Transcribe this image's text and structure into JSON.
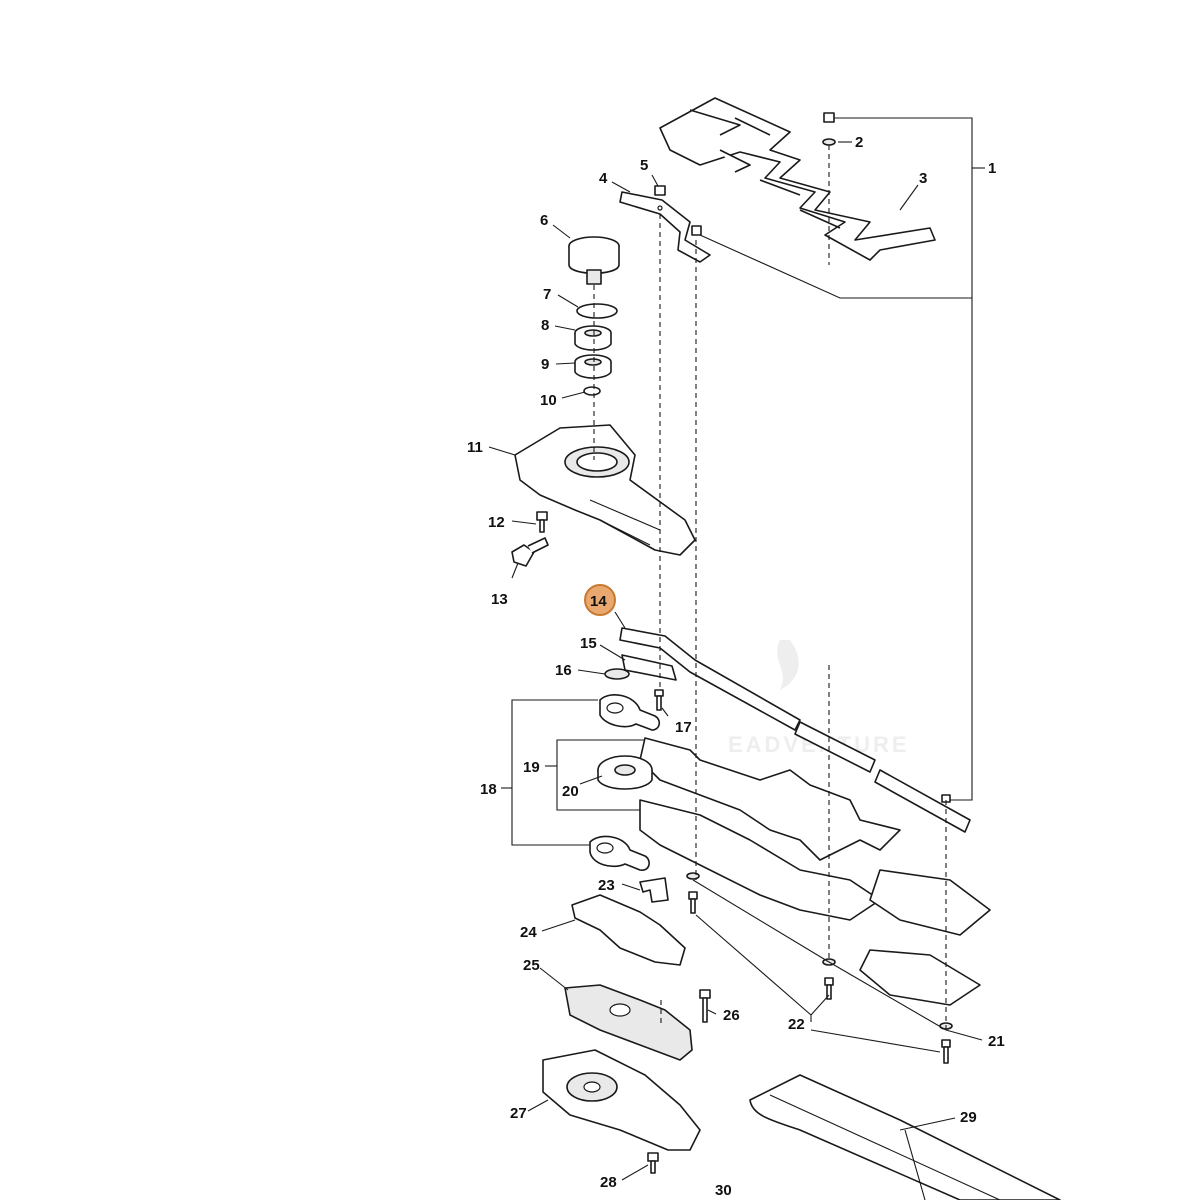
{
  "diagram": {
    "highlight_color": "#e8a870",
    "highlight_stroke": "#c87a30",
    "watermark_text": "EADVENTURE",
    "callouts": {
      "c1": "1",
      "c2": "2",
      "c3": "3",
      "c4": "4",
      "c5": "5",
      "c6": "6",
      "c7": "7",
      "c8": "8",
      "c9": "9",
      "c10": "10",
      "c11": "11",
      "c12": "12",
      "c13": "13",
      "c14": "14",
      "c15": "15",
      "c16": "16",
      "c17": "17",
      "c18": "18",
      "c19": "19",
      "c20": "20",
      "c21": "21",
      "c22": "22",
      "c23": "23",
      "c24": "24",
      "c25": "25",
      "c26": "26",
      "c27": "27",
      "c28": "28",
      "c29": "29",
      "c30": "30"
    }
  }
}
